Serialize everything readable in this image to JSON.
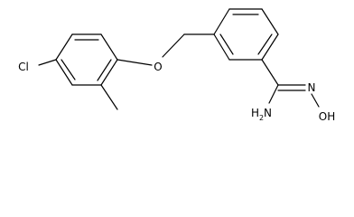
{
  "molecule": {
    "atoms": {
      "cl": "Cl",
      "o_ether": "O",
      "n_imine": "N",
      "oh": "OH",
      "nh2_h": "H",
      "nh2_sub": "2",
      "nh2_n": "N"
    }
  }
}
